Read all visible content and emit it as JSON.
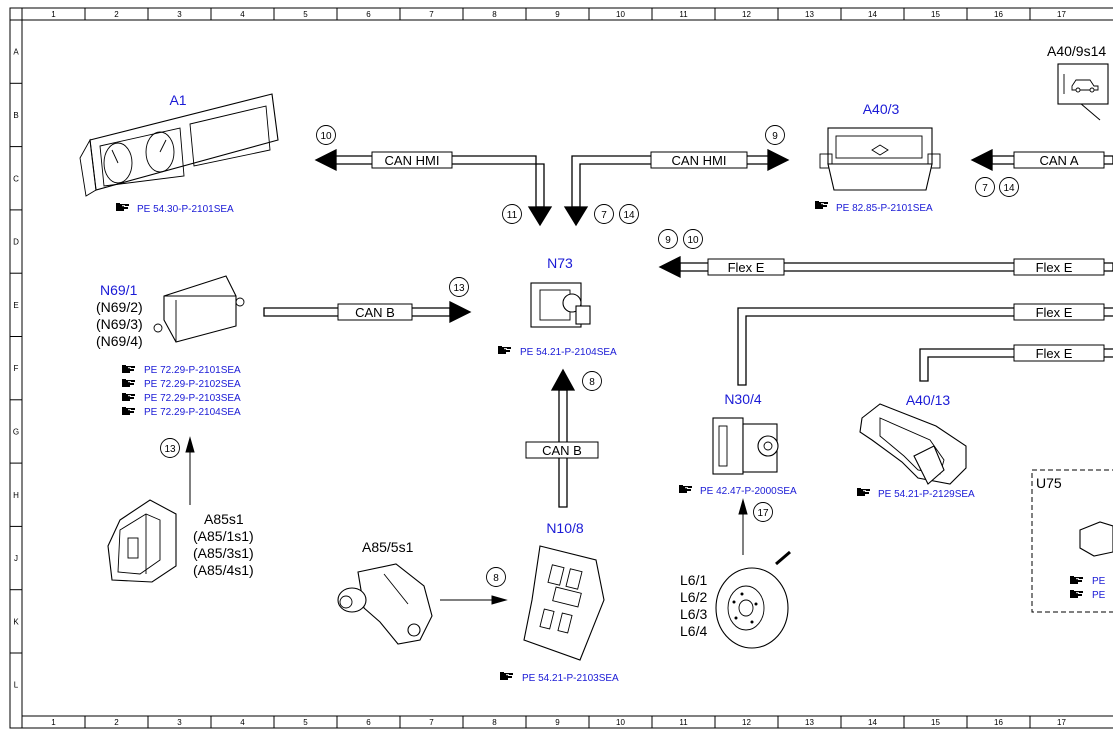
{
  "ruler": {
    "columns": [
      "1",
      "2",
      "3",
      "4",
      "5",
      "6",
      "7",
      "8",
      "9",
      "10",
      "11",
      "12",
      "13",
      "14",
      "15",
      "16",
      "17"
    ],
    "rows": [
      "A",
      "B",
      "C",
      "D",
      "E",
      "F",
      "G",
      "H",
      "J",
      "K",
      "L"
    ]
  },
  "components": {
    "a1": {
      "label": "A1",
      "ref": "PE 54.30-P-2101SEA"
    },
    "a40_3": {
      "label": "A40/3",
      "ref": "PE 82.85-P-2101SEA"
    },
    "a40_9s14": {
      "label": "A40/9s14"
    },
    "n69_1": {
      "label": "N69/1",
      "alt1": "(N69/2)",
      "alt2": "(N69/3)",
      "alt3": "(N69/4)",
      "ref1": "PE 72.29-P-2101SEA",
      "ref2": "PE 72.29-P-2102SEA",
      "ref3": "PE 72.29-P-2103SEA",
      "ref4": "PE 72.29-P-2104SEA"
    },
    "n73": {
      "label": "N73",
      "ref": "PE 54.21-P-2104SEA"
    },
    "n30_4": {
      "label": "N30/4",
      "ref": "PE 42.47-P-2000SEA"
    },
    "a40_13": {
      "label": "A40/13",
      "ref": "PE 54.21-P-2129SEA"
    },
    "u75": {
      "label": "U75",
      "ref1": "PE",
      "ref2": "PE"
    },
    "a85s1": {
      "label": "A85s1",
      "alt1": "(A85/1s1)",
      "alt2": "(A85/3s1)",
      "alt3": "(A85/4s1)"
    },
    "a85_5s1": {
      "label": "A85/5s1"
    },
    "n10_8": {
      "label": "N10/8",
      "ref": "PE 54.21-P-2103SEA"
    },
    "l6": {
      "l1": "L6/1",
      "l2": "L6/2",
      "l3": "L6/3",
      "l4": "L6/4"
    }
  },
  "buses": {
    "can_hmi_left": "CAN HMI",
    "can_hmi_right": "CAN HMI",
    "can_a": "CAN A",
    "can_b_n69": "CAN B",
    "can_b_n10": "CAN B",
    "flex_e_1": "Flex E",
    "flex_e_2": "Flex E",
    "flex_e_3": "Flex E",
    "flex_e_4": "Flex E"
  },
  "circles": {
    "c10a": "10",
    "c11": "11",
    "c9a": "9",
    "c7a": "7",
    "c14a": "14",
    "c7b": "7",
    "c14b": "14",
    "c9b": "9",
    "c10b": "10",
    "c13a": "13",
    "c8a": "8",
    "c13b": "13",
    "c8b": "8",
    "c17": "17"
  },
  "icons": {
    "ref": "pointing-hand-icon",
    "car": "car-icon"
  }
}
